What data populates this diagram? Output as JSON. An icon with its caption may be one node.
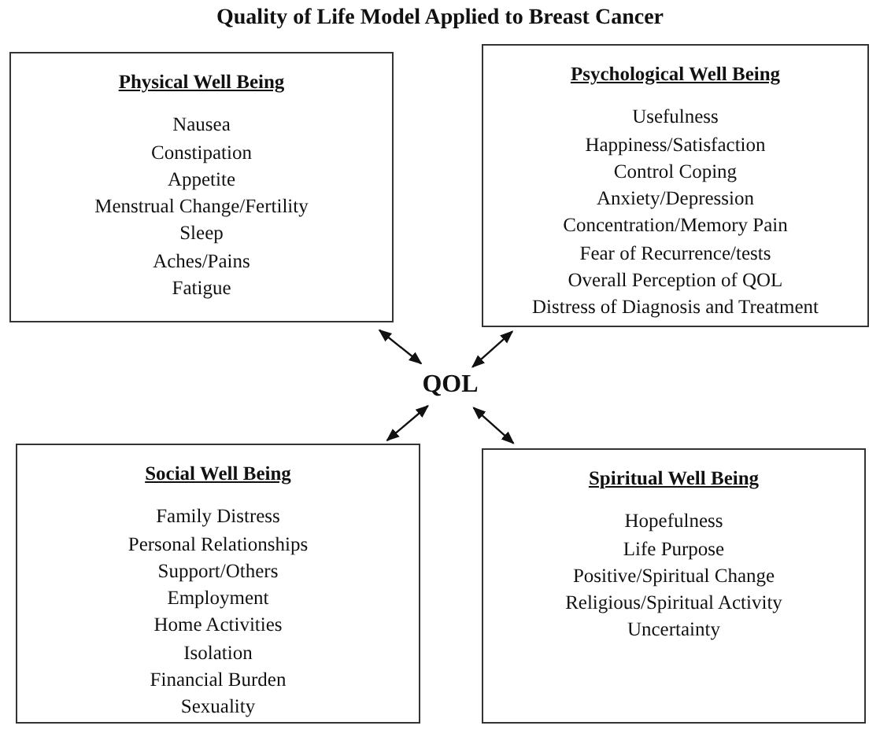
{
  "diagram": {
    "title": "Quality of Life Model Applied to Breast Cancer",
    "nodes": [
      {
        "text": [
          "Physical Well Being",
          "Nausea",
          "Constipation",
          "Appetite",
          "Menstrual Change/Fertility",
          "Sleep",
          "Aches/Pains",
          "Fatigue"
        ]
      },
      {
        "text": [
          "Psychological Well Being",
          "Usefulness",
          "Happiness/Satisfaction",
          "Control Coping",
          "Anxiety/Depression",
          "Concentration/Memory Pain",
          "Fear of Recurrence/tests",
          "Overall Perception of QOL",
          "Distress of Diagnosis and Treatment"
        ]
      },
      {
        "text": [
          "QOL"
        ]
      },
      {
        "text": [
          "Social Well Being",
          "Family Distress",
          "Personal Relationships",
          "Support/Others",
          "Employment",
          "Home Activities",
          "Isolation",
          "Financial Burden",
          "Sexuality"
        ]
      },
      {
        "text": [
          "Spiritual Well Being",
          "Hopefulness",
          "Life Purpose",
          "Positive/Spiritual Change",
          "Religious/Spiritual Activity",
          "Uncertainty"
        ]
      }
    ],
    "edges": [
      {
        "from": 0,
        "to": 2,
        "arrow": "both"
      },
      {
        "from": 1,
        "to": 2,
        "arrow": "both"
      },
      {
        "from": 3,
        "to": 2,
        "arrow": "both"
      },
      {
        "from": 4,
        "to": 2,
        "arrow": "both"
      }
    ]
  }
}
